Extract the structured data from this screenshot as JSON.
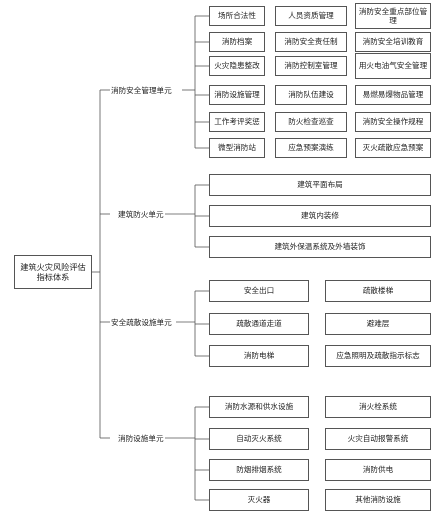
{
  "root": "建筑火灾风险评估指标体系",
  "units": [
    {
      "name": "消防安全管理单元",
      "items": [
        [
          "场所合法性",
          "人员资质管理",
          "消防安全重点部位管理"
        ],
        [
          "消防档案",
          "消防安全责任制",
          "消防安全培训教育"
        ],
        [
          "火灾隐患整改",
          "消防控制室管理",
          "用火电油气安全管理"
        ],
        [
          "消防设施管理",
          "消防队伍建设",
          "易燃易爆物品管理"
        ],
        [
          "工作考评奖惩",
          "防火检查巡查",
          "消防安全操作规程"
        ],
        [
          "微型消防站",
          "应急预案演练",
          "灭火疏散应急预案"
        ]
      ]
    },
    {
      "name": "建筑防火单元",
      "items": [
        [
          "建筑平面布局"
        ],
        [
          "建筑内装修"
        ],
        [
          "建筑外保温系统及外墙装饰"
        ]
      ]
    },
    {
      "name": "安全疏散设施单元",
      "items": [
        [
          "安全出口",
          "疏散楼梯"
        ],
        [
          "疏散通道走道",
          "避难层"
        ],
        [
          "消防电梯",
          "应急照明及疏散指示标志"
        ]
      ]
    },
    {
      "name": "消防设施单元",
      "items": [
        [
          "消防水源和供水设施",
          "消火栓系统"
        ],
        [
          "自动灭火系统",
          "火灾自动报警系统"
        ],
        [
          "防烟排烟系统",
          "消防供电"
        ],
        [
          "灭火器",
          "其他消防设施"
        ]
      ]
    }
  ]
}
